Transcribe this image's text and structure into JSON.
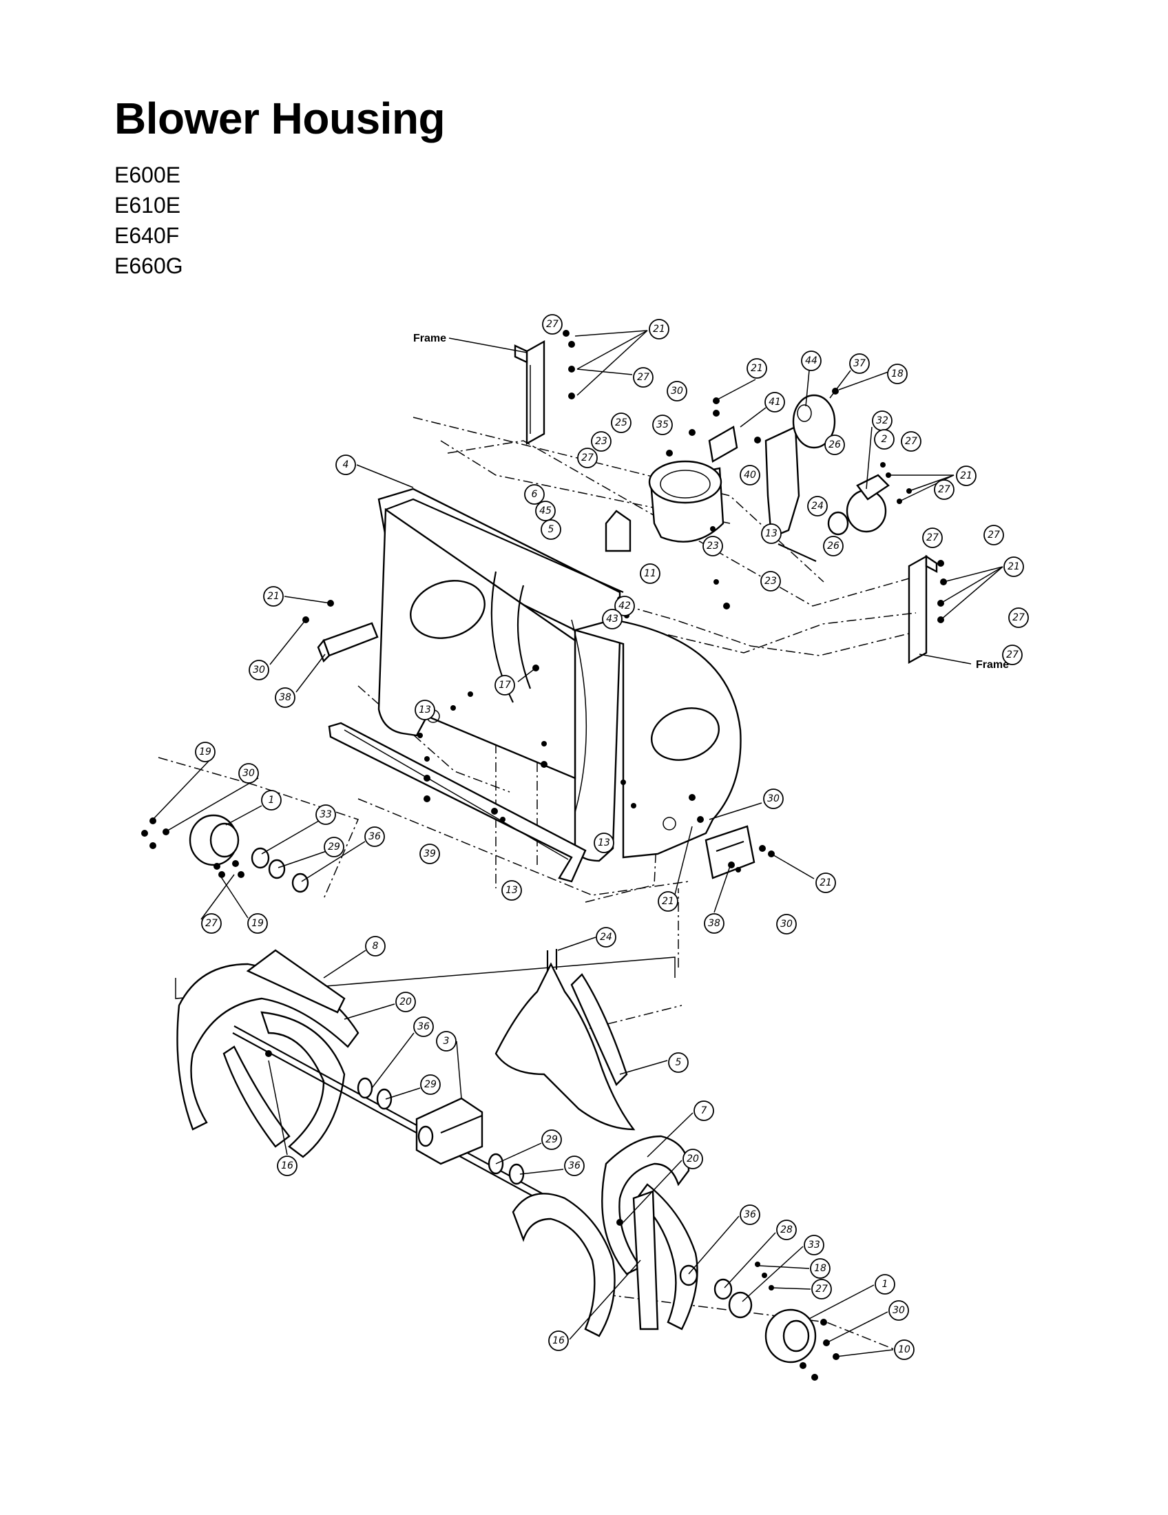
{
  "title": "Blower Housing",
  "models": [
    "E600E",
    "E610E",
    "E640F",
    "E660G"
  ],
  "frame_label": "Frame",
  "callouts": [
    {
      "n": "27",
      "p": [
        802,
        471
      ]
    },
    {
      "n": "21",
      "p": [
        957,
        478
      ]
    },
    {
      "n": "27",
      "p": [
        934,
        548
      ]
    },
    {
      "n": "27",
      "p": [
        853,
        665
      ]
    },
    {
      "n": "21",
      "p": [
        1099,
        535
      ]
    },
    {
      "n": "30",
      "p": [
        983,
        568
      ]
    },
    {
      "n": "41",
      "p": [
        1125,
        584
      ]
    },
    {
      "n": "44",
      "p": [
        1178,
        524
      ]
    },
    {
      "n": "37",
      "p": [
        1248,
        528
      ]
    },
    {
      "n": "18",
      "p": [
        1303,
        543
      ]
    },
    {
      "n": "25",
      "p": [
        902,
        614
      ]
    },
    {
      "n": "35",
      "p": [
        962,
        617
      ]
    },
    {
      "n": "23",
      "p": [
        873,
        641
      ]
    },
    {
      "n": "26",
      "p": [
        1212,
        646
      ]
    },
    {
      "n": "32",
      "p": [
        1281,
        611
      ]
    },
    {
      "n": "2",
      "p": [
        1284,
        638
      ]
    },
    {
      "n": "27",
      "p": [
        1323,
        641
      ]
    },
    {
      "n": "21",
      "p": [
        1403,
        691
      ]
    },
    {
      "n": "27",
      "p": [
        1371,
        711
      ]
    },
    {
      "n": "27",
      "p": [
        1354,
        781
      ]
    },
    {
      "n": "4",
      "p": [
        502,
        675
      ]
    },
    {
      "n": "6",
      "p": [
        776,
        718
      ]
    },
    {
      "n": "45",
      "p": [
        792,
        742
      ]
    },
    {
      "n": "5",
      "p": [
        800,
        769
      ]
    },
    {
      "n": "40",
      "p": [
        1089,
        690
      ]
    },
    {
      "n": "24",
      "p": [
        1187,
        735
      ]
    },
    {
      "n": "13",
      "p": [
        1120,
        775
      ]
    },
    {
      "n": "23",
      "p": [
        1035,
        793
      ]
    },
    {
      "n": "26",
      "p": [
        1210,
        793
      ]
    },
    {
      "n": "11",
      "p": [
        944,
        833
      ]
    },
    {
      "n": "23",
      "p": [
        1119,
        844
      ]
    },
    {
      "n": "42",
      "p": [
        907,
        880
      ]
    },
    {
      "n": "43",
      "p": [
        889,
        899
      ]
    },
    {
      "n": "21",
      "p": [
        397,
        866
      ]
    },
    {
      "n": "27",
      "p": [
        1443,
        777
      ]
    },
    {
      "n": "21",
      "p": [
        1472,
        823
      ]
    },
    {
      "n": "27",
      "p": [
        1479,
        897
      ]
    },
    {
      "n": "27",
      "p": [
        1470,
        951
      ]
    },
    {
      "n": "17",
      "p": [
        733,
        995
      ]
    },
    {
      "n": "30",
      "p": [
        376,
        973
      ]
    },
    {
      "n": "38",
      "p": [
        414,
        1013
      ]
    },
    {
      "n": "13",
      "p": [
        617,
        1031
      ]
    },
    {
      "n": "19",
      "p": [
        298,
        1092
      ]
    },
    {
      "n": "30",
      "p": [
        361,
        1123
      ]
    },
    {
      "n": "1",
      "p": [
        394,
        1162
      ]
    },
    {
      "n": "33",
      "p": [
        473,
        1183
      ]
    },
    {
      "n": "29",
      "p": [
        485,
        1230
      ]
    },
    {
      "n": "36",
      "p": [
        544,
        1215
      ]
    },
    {
      "n": "30",
      "p": [
        1123,
        1160
      ]
    },
    {
      "n": "13",
      "p": [
        877,
        1224
      ]
    },
    {
      "n": "39",
      "p": [
        624,
        1240
      ]
    },
    {
      "n": "13",
      "p": [
        743,
        1293
      ]
    },
    {
      "n": "21",
      "p": [
        970,
        1309
      ]
    },
    {
      "n": "21",
      "p": [
        1199,
        1282
      ]
    },
    {
      "n": "38",
      "p": [
        1037,
        1341
      ]
    },
    {
      "n": "30",
      "p": [
        1142,
        1342
      ]
    },
    {
      "n": "27",
      "p": [
        307,
        1341
      ]
    },
    {
      "n": "19",
      "p": [
        374,
        1341
      ]
    },
    {
      "n": "8",
      "p": [
        545,
        1374
      ]
    },
    {
      "n": "24",
      "p": [
        880,
        1361
      ]
    },
    {
      "n": "20",
      "p": [
        589,
        1455
      ]
    },
    {
      "n": "36",
      "p": [
        615,
        1491
      ]
    },
    {
      "n": "3",
      "p": [
        648,
        1512
      ]
    },
    {
      "n": "5",
      "p": [
        985,
        1543
      ]
    },
    {
      "n": "29",
      "p": [
        625,
        1575
      ]
    },
    {
      "n": "16",
      "p": [
        417,
        1693
      ]
    },
    {
      "n": "7",
      "p": [
        1022,
        1613
      ]
    },
    {
      "n": "29",
      "p": [
        801,
        1655
      ]
    },
    {
      "n": "20",
      "p": [
        1006,
        1683
      ]
    },
    {
      "n": "36",
      "p": [
        834,
        1693
      ]
    },
    {
      "n": "36",
      "p": [
        1089,
        1764
      ]
    },
    {
      "n": "28",
      "p": [
        1142,
        1786
      ]
    },
    {
      "n": "33",
      "p": [
        1182,
        1808
      ]
    },
    {
      "n": "18",
      "p": [
        1191,
        1842
      ]
    },
    {
      "n": "27",
      "p": [
        1193,
        1872
      ]
    },
    {
      "n": "1",
      "p": [
        1285,
        1865
      ]
    },
    {
      "n": "30",
      "p": [
        1305,
        1903
      ]
    },
    {
      "n": "16",
      "p": [
        811,
        1947
      ]
    },
    {
      "n": "10",
      "p": [
        1313,
        1960
      ]
    }
  ]
}
